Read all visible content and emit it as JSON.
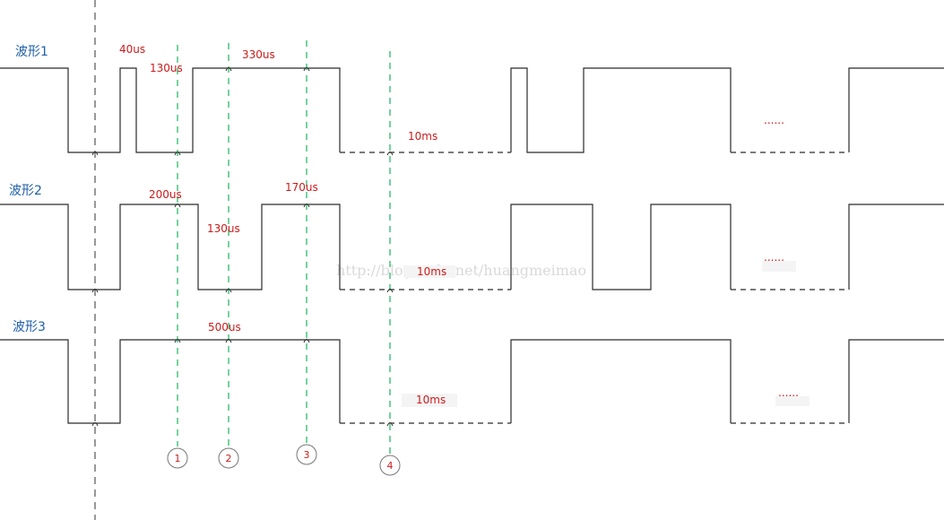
{
  "waveforms": [
    {
      "name": "波形1",
      "labels": [
        "40us",
        "130us",
        "330us",
        "10ms",
        "......"
      ]
    },
    {
      "name": "波形2",
      "labels": [
        "200us",
        "130us",
        "170us",
        "10ms",
        "......"
      ]
    },
    {
      "name": "波形3",
      "labels": [
        "500us",
        "10ms",
        "......"
      ]
    }
  ],
  "markers": [
    "1",
    "2",
    "3",
    "4"
  ],
  "watermark": "http://blog.csdn.net/huangmeimao",
  "colors": {
    "waveform_name": "#1f5fa8",
    "time_label": "#cc1b1b",
    "marker_line": "#19b35d",
    "waveform_line": "#2b2b2b"
  }
}
